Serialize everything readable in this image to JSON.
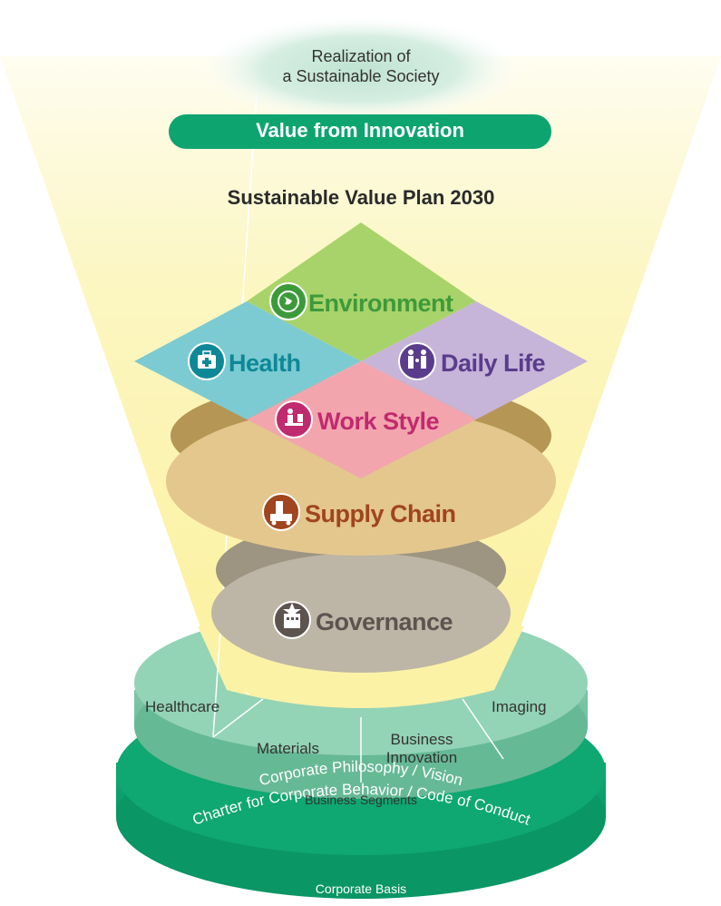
{
  "top_goal": "Realization of\na Sustainable Society",
  "value_pill": "Value from Innovation",
  "plan_title": "Sustainable Value Plan 2030",
  "priority_areas": [
    {
      "label": "Environment",
      "icon": "globe-icon",
      "color": "#3d9a3a"
    },
    {
      "label": "Health",
      "icon": "first-aid-kit-icon",
      "color": "#0e8897"
    },
    {
      "label": "Daily Life",
      "icon": "family-icon",
      "color": "#5a3c8c"
    },
    {
      "label": "Work Style",
      "icon": "desk-worker-icon",
      "color": "#c02a6e"
    },
    {
      "label": "Supply Chain",
      "icon": "factory-truck-icon",
      "color": "#a0451e"
    },
    {
      "label": "Governance",
      "icon": "building-icon",
      "color": "#5d5450"
    }
  ],
  "business_segments": {
    "items": [
      "Healthcare",
      "Materials",
      "Business\nInnovation",
      "Imaging"
    ],
    "caption": "Business Segments"
  },
  "corporate_basis": {
    "line1": "Corporate Philosophy / Vision",
    "line2": "Charter for Corporate Behavior / Code of Conduct",
    "caption": "Corporate Basis"
  },
  "colors": {
    "cone": "#fcf7c4",
    "green": "#0da470",
    "segment_disk": "#8cd1b4",
    "supply_disk": "#e3c78d",
    "governance_disk": "#bdb5a5"
  }
}
